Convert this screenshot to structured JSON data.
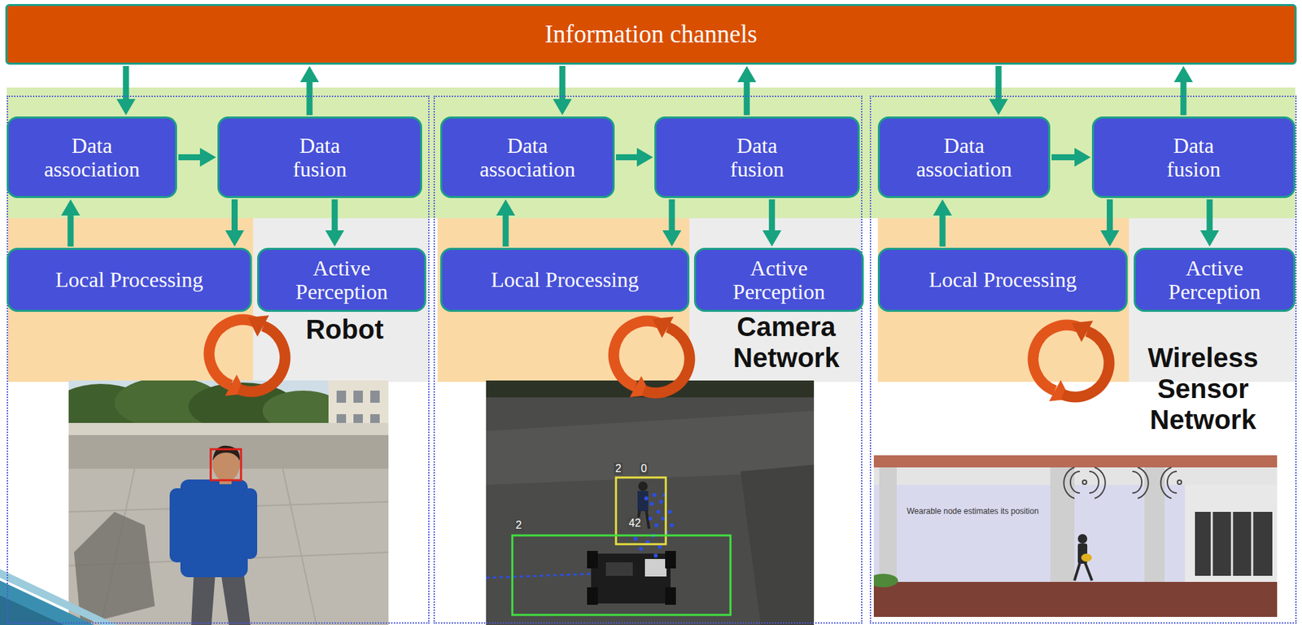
{
  "diagram": {
    "nodes": [
      {
        "text": [
          "Information channels"
        ]
      },
      {
        "text": [
          "Robot"
        ]
      },
      {
        "text": [
          "Data association"
        ],
        "in": 1
      },
      {
        "text": [
          "Data fusion"
        ],
        "in": 1
      },
      {
        "text": [
          "Local Processing"
        ],
        "in": 1
      },
      {
        "text": [
          "Active Perception"
        ],
        "in": 1
      },
      {
        "text": [
          "Camera Network"
        ]
      },
      {
        "text": [
          "Data association"
        ],
        "in": 6
      },
      {
        "text": [
          "Data fusion"
        ],
        "in": 6
      },
      {
        "text": [
          "Local Processing"
        ],
        "in": 6
      },
      {
        "text": [
          "Active Perception"
        ],
        "in": 6
      },
      {
        "text": [
          "Wireless Sensor Network"
        ]
      },
      {
        "text": [
          "Data association"
        ],
        "in": 11
      },
      {
        "text": [
          "Data fusion"
        ],
        "in": 11
      },
      {
        "text": [
          "Local Processing"
        ],
        "in": 11
      },
      {
        "text": [
          "Active Perception"
        ],
        "in": 11
      }
    ],
    "edges": [
      {
        "from": 0,
        "to": 2,
        "arrow": "to"
      },
      {
        "from": 3,
        "to": 0,
        "arrow": "to"
      },
      {
        "from": 2,
        "to": 3,
        "arrow": "to"
      },
      {
        "from": 4,
        "to": 2,
        "arrow": "to"
      },
      {
        "from": 3,
        "to": 4,
        "arrow": "to"
      },
      {
        "from": 3,
        "to": 5,
        "arrow": "to"
      },
      {
        "from": 0,
        "to": 7,
        "arrow": "to"
      },
      {
        "from": 8,
        "to": 0,
        "arrow": "to"
      },
      {
        "from": 7,
        "to": 8,
        "arrow": "to"
      },
      {
        "from": 9,
        "to": 7,
        "arrow": "to"
      },
      {
        "from": 8,
        "to": 9,
        "arrow": "to"
      },
      {
        "from": 8,
        "to": 10,
        "arrow": "to"
      },
      {
        "from": 0,
        "to": 12,
        "arrow": "to"
      },
      {
        "from": 13,
        "to": 0,
        "arrow": "to"
      },
      {
        "from": 12,
        "to": 13,
        "arrow": "to"
      },
      {
        "from": 14,
        "to": 12,
        "arrow": "to"
      },
      {
        "from": 13,
        "to": 14,
        "arrow": "to"
      },
      {
        "from": 13,
        "to": 15,
        "arrow": "to"
      }
    ],
    "labels": [
      "2",
      "0",
      "42",
      "2",
      "Wearable node estimates its position"
    ]
  }
}
